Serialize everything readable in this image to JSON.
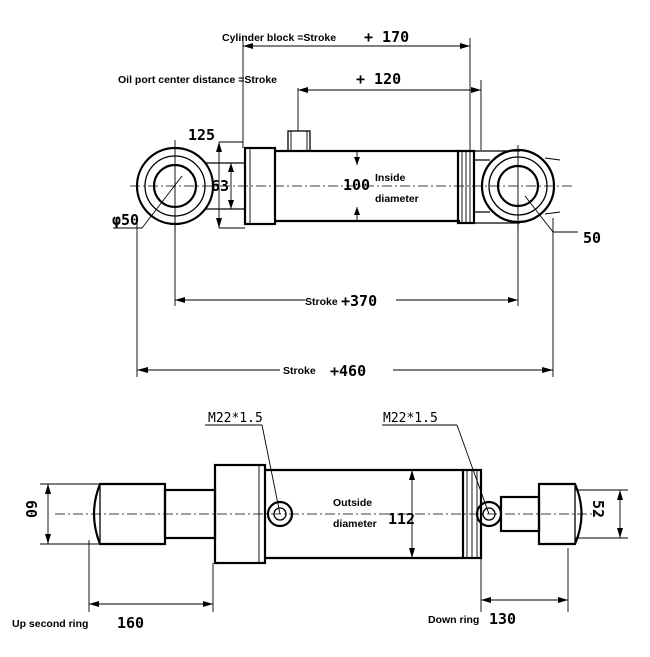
{
  "top_view": {
    "cylinder_block": {
      "label": "Cylinder block =Stroke",
      "value": "+ 170"
    },
    "oil_port": {
      "label": "Oil port center distance =Stroke",
      "value": "+ 120"
    },
    "dim_125": "125",
    "dim_63": "63",
    "dim_100": "100",
    "inside_diameter": [
      "Inside",
      "diameter"
    ],
    "phi50": "φ50",
    "dim_50": "50",
    "stroke370": {
      "label": "Stroke",
      "value": "+370"
    },
    "stroke460": {
      "label": "Stroke ",
      "value": "+460"
    }
  },
  "bottom_view": {
    "port_left": "M22*1.5",
    "port_right": "M22*1.5",
    "dim_60": "60",
    "outside_diameter": [
      "Outside",
      "diameter"
    ],
    "dim_112": "112",
    "dim_52": "52",
    "up_ring": {
      "label": "Up second ring",
      "value": "160"
    },
    "down_ring": {
      "label": "Down ring",
      "value": "130"
    }
  }
}
